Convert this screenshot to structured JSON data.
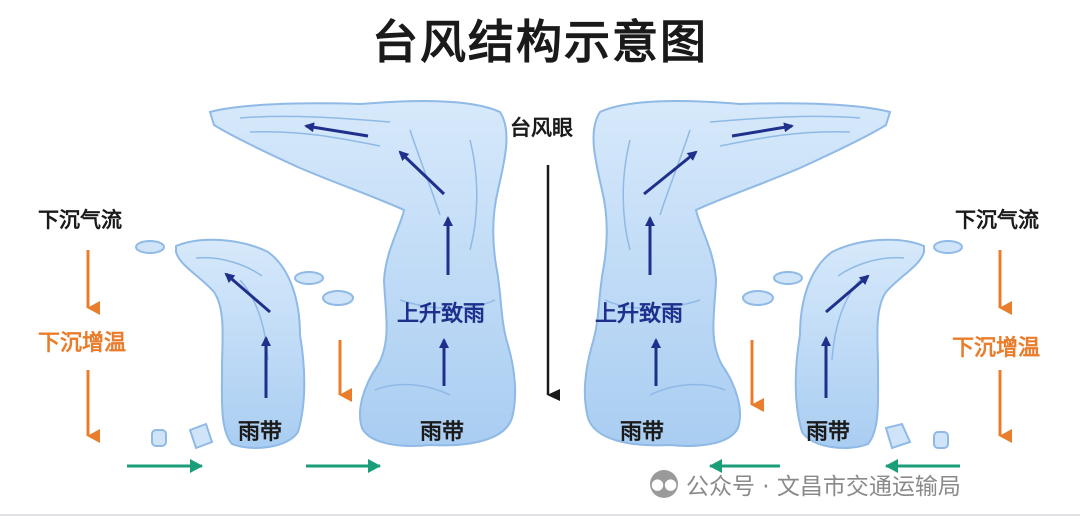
{
  "title": "台风结构示意图",
  "labels": {
    "eye": "台风眼",
    "sinking_left": "下沉气流",
    "sinking_right": "下沉气流",
    "warming_left": "下沉增温",
    "warming_right": "下沉增温",
    "rise_left": "上升致雨",
    "rise_right": "上升致雨",
    "band_1": "雨带",
    "band_2": "雨带",
    "band_3": "雨带",
    "band_4": "雨带"
  },
  "watermark": "公众号 · 文昌市交通运输局",
  "colors": {
    "cloud_fill": "#bcd9f5",
    "cloud_edge": "#8fb9e6",
    "updraft_arrow": "#1f2f8c",
    "sinking_arrow": "#ea7d2c",
    "inflow_arrow": "#1a9e7a",
    "eye_arrow": "#1a1a1a"
  }
}
